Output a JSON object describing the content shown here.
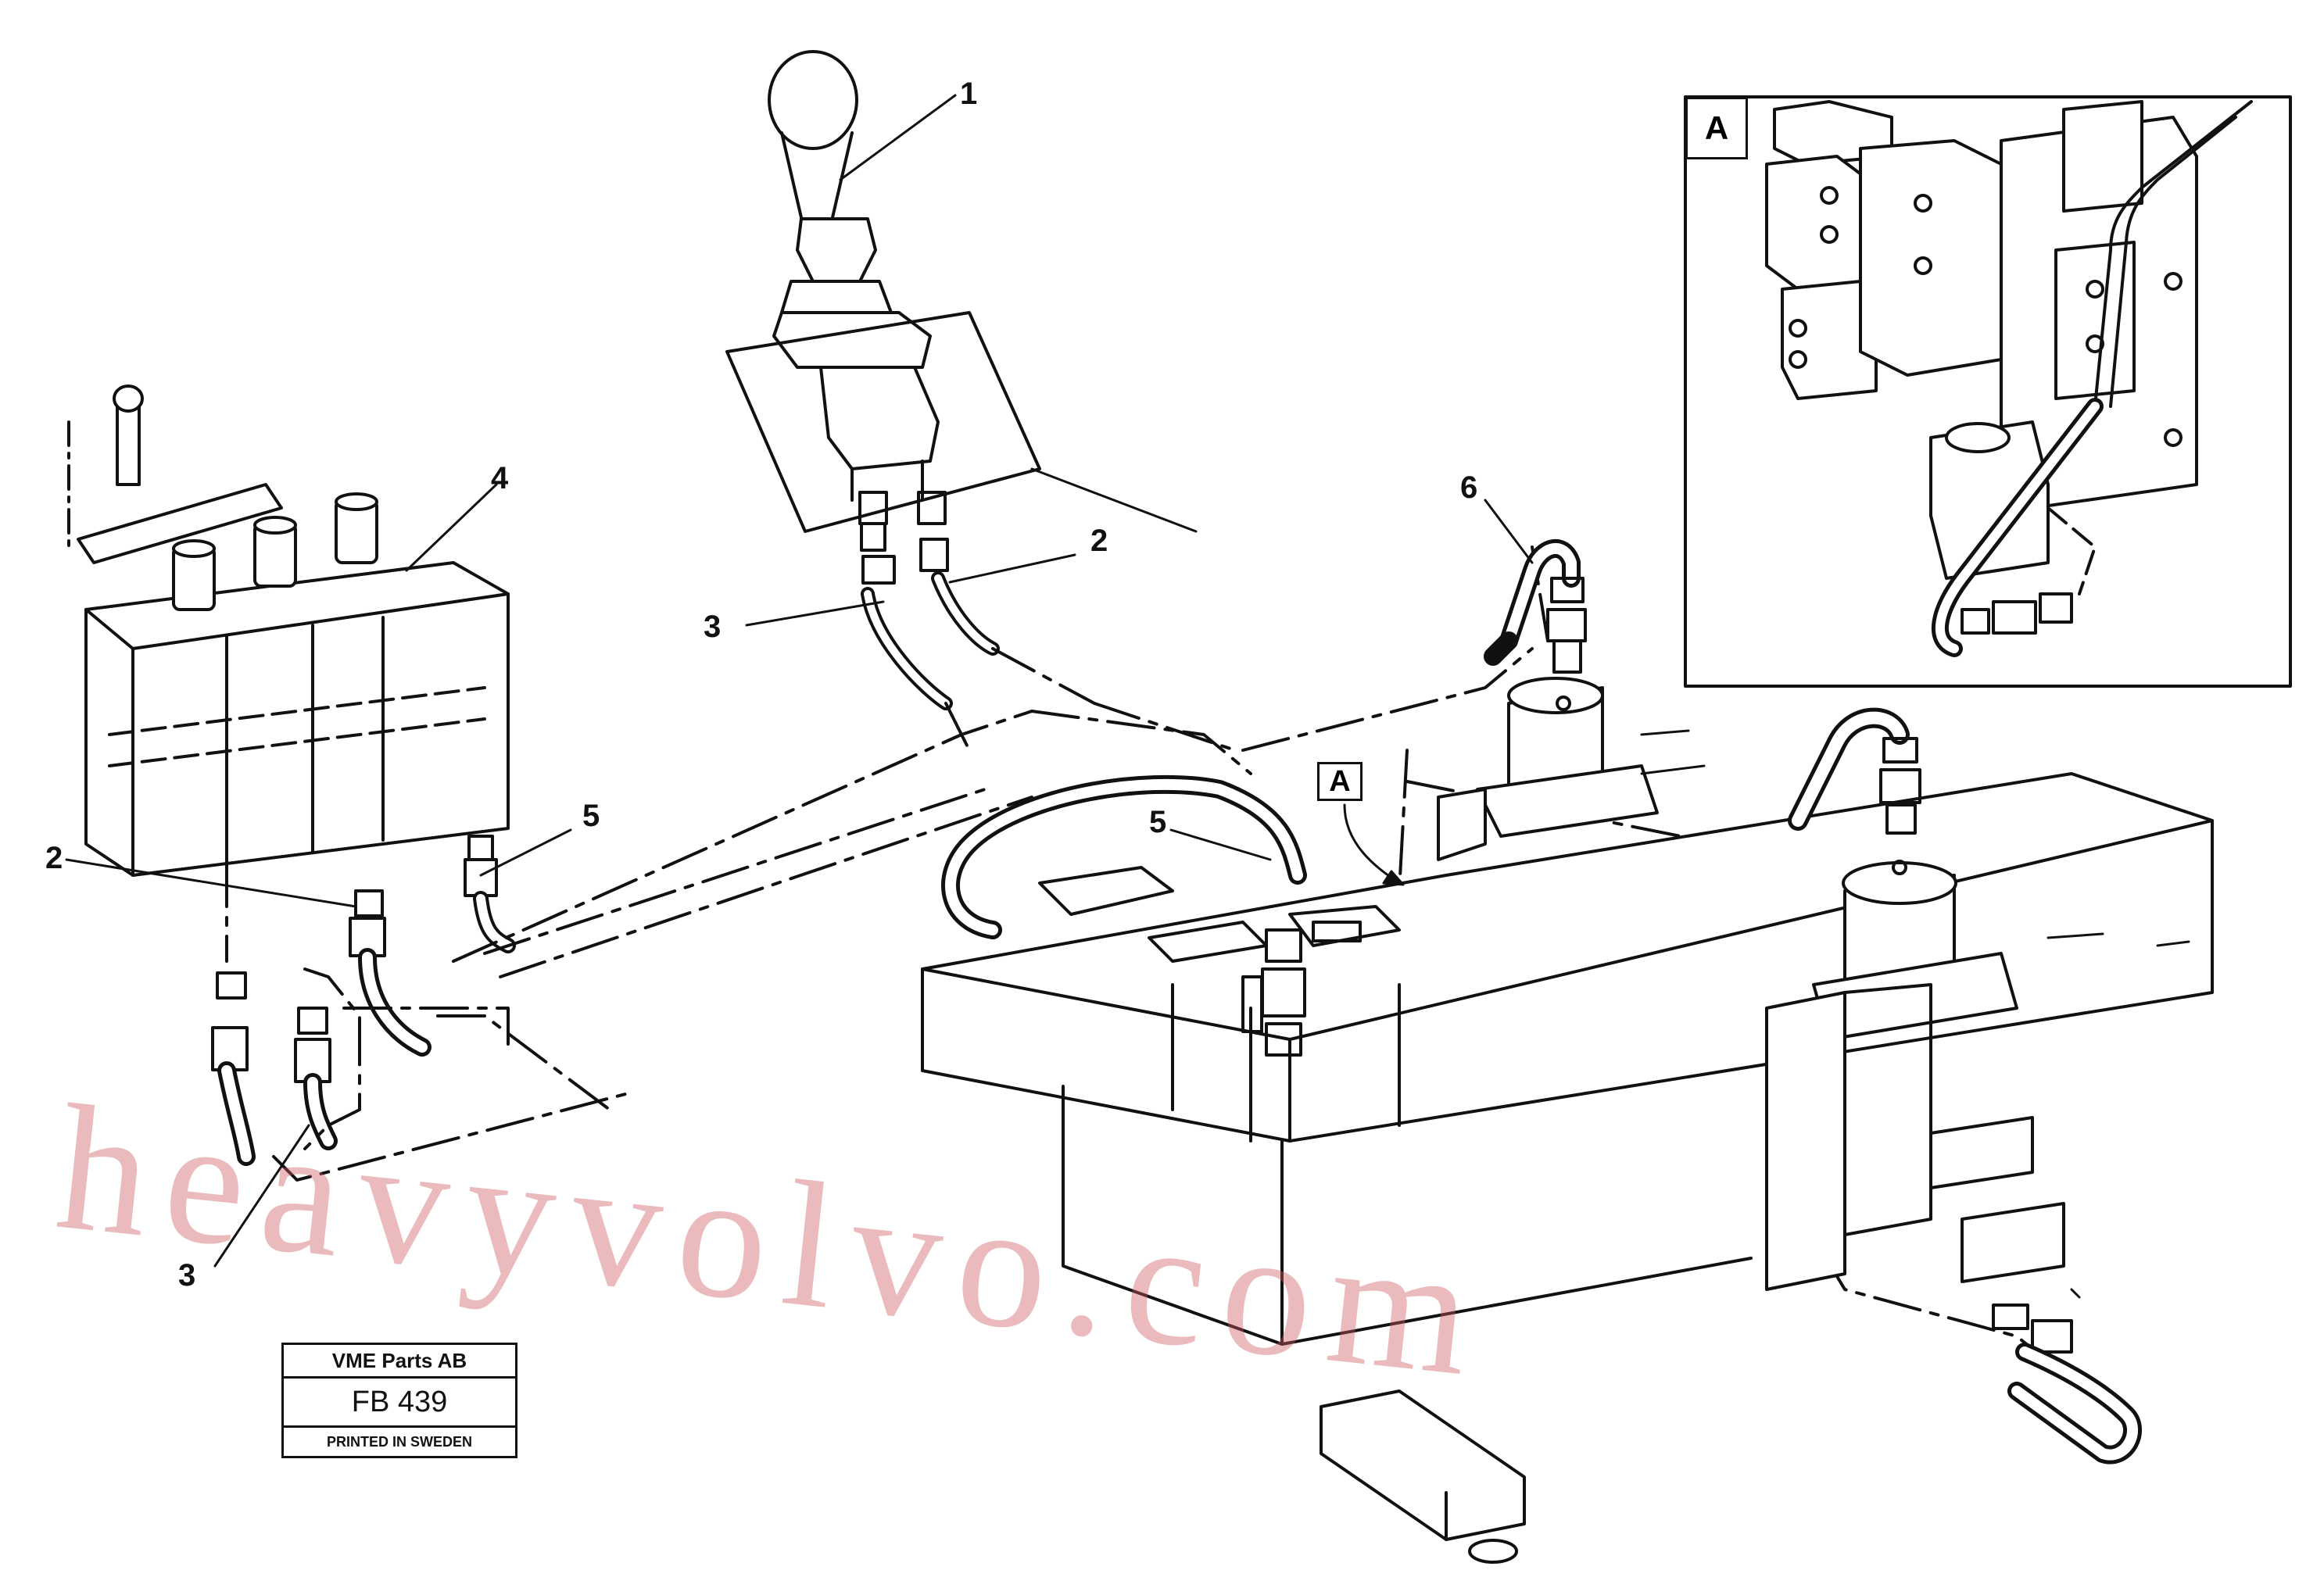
{
  "callouts": {
    "c1": "1",
    "c2_top": "2",
    "c3_top": "3",
    "c4": "4",
    "c6": "6",
    "c5_left": "5",
    "c5_center": "5",
    "c2_left": "2",
    "c3_bottom": "3"
  },
  "view_reference": "A",
  "inset": {
    "label": "A"
  },
  "stamp": {
    "company": "VME Parts AB",
    "code": "FB 439",
    "printed": "PRINTED IN SWEDEN"
  },
  "watermark": "heavyvolvo.com"
}
